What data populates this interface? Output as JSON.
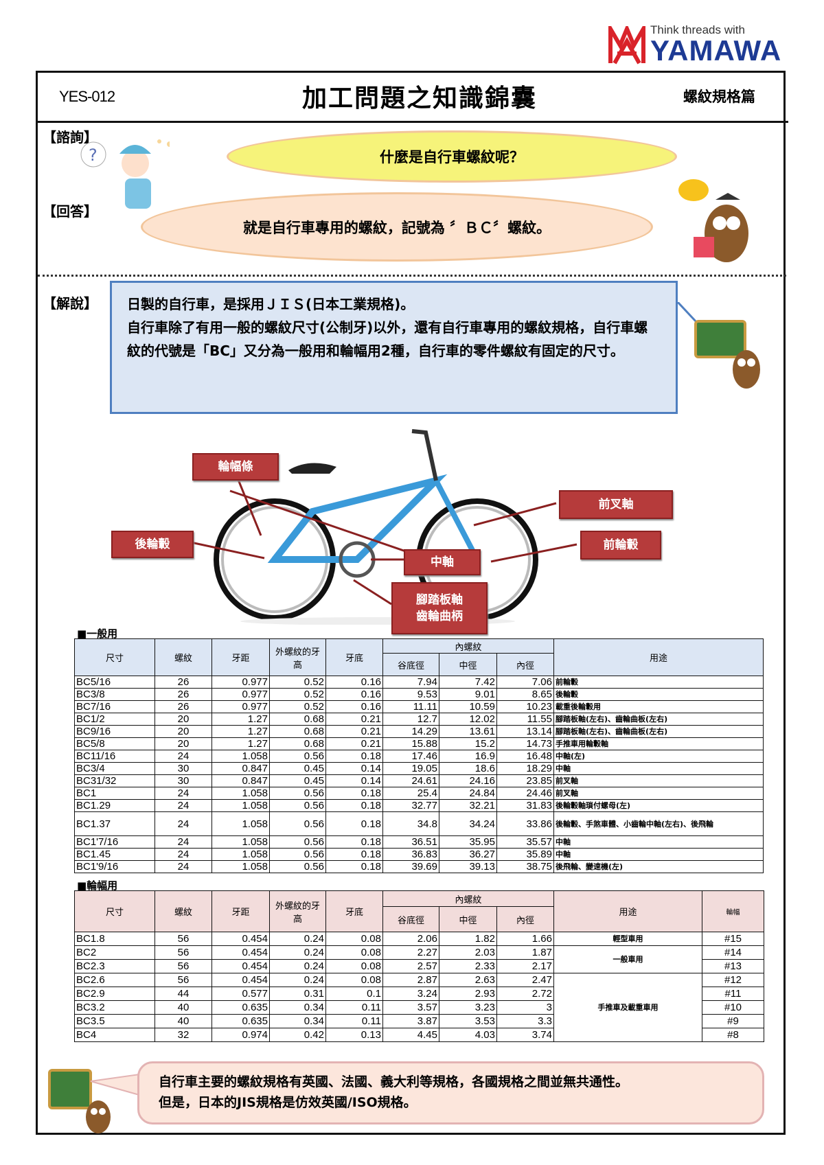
{
  "logo": {
    "tagline": "Think threads with",
    "name": "YAMAWA",
    "colors": {
      "mark": "#d9232a",
      "name": "#1d3a94"
    }
  },
  "header": {
    "code": "YES-012",
    "title": "加工問題之知識錦囊",
    "category": "螺紋規格篇"
  },
  "consult": {
    "label": "【諮詢】",
    "question": "什麼是自行車螺紋呢？"
  },
  "answer": {
    "label": "【回答】",
    "text": "就是自行車專用的螺紋，記號為 〞ＢＣ〞螺紋。"
  },
  "explain": {
    "label": "【解說】",
    "lines": [
      "日製的自行車，是採用ＪＩＳ(日本工業規格)。",
      "自行車除了有用一般的螺紋尺寸(公制牙)以外，還有自行車專用的螺紋規格，自行車螺紋的代號是「BC」又分為一般用和輪幅用2種，自行車的零件螺紋有固定的尺寸。"
    ]
  },
  "diagram_labels": {
    "spoke": "輪幅條",
    "rear_hub": "後輪轂",
    "front_fork": "前叉軸",
    "front_hub": "前輪轂",
    "bottom_bracket": "中軸",
    "pedal_line1": "腳踏板軸",
    "pedal_line2": "齒輪曲柄"
  },
  "table_general": {
    "section": "■一般用",
    "headers": {
      "size": "尺寸",
      "tpi": "螺紋",
      "pitch": "牙距",
      "ext_height": "外螺紋的牙高",
      "root": "牙底",
      "internal": "內螺紋",
      "major": "谷底徑",
      "pitch_dia": "中徑",
      "minor": "內徑",
      "usage": "用途"
    },
    "rows": [
      [
        "BC5/16",
        "26",
        "0.977",
        "0.52",
        "0.16",
        "7.94",
        "7.42",
        "7.06",
        "前輪轂"
      ],
      [
        "BC3/8",
        "26",
        "0.977",
        "0.52",
        "0.16",
        "9.53",
        "9.01",
        "8.65",
        "後輪轂"
      ],
      [
        "BC7/16",
        "26",
        "0.977",
        "0.52",
        "0.16",
        "11.11",
        "10.59",
        "10.23",
        "載重後輪轂用"
      ],
      [
        "BC1/2",
        "20",
        "1.27",
        "0.68",
        "0.21",
        "12.7",
        "12.02",
        "11.55",
        "腳踏板軸(左右)、齒輪曲板(左右)"
      ],
      [
        "BC9/16",
        "20",
        "1.27",
        "0.68",
        "0.21",
        "14.29",
        "13.61",
        "13.14",
        "腳踏板軸(左右)、齒輪曲板(左右)"
      ],
      [
        "BC5/8",
        "20",
        "1.27",
        "0.68",
        "0.21",
        "15.88",
        "15.2",
        "14.73",
        "手推車用輪轂軸"
      ],
      [
        "BC11/16",
        "24",
        "1.058",
        "0.56",
        "0.18",
        "17.46",
        "16.9",
        "16.48",
        "中軸(左)"
      ],
      [
        "BC3/4",
        "30",
        "0.847",
        "0.45",
        "0.14",
        "19.05",
        "18.6",
        "18.29",
        "中軸"
      ],
      [
        "BC31/32",
        "30",
        "0.847",
        "0.45",
        "0.14",
        "24.61",
        "24.16",
        "23.85",
        "前叉軸"
      ],
      [
        "BC1",
        "24",
        "1.058",
        "0.56",
        "0.18",
        "25.4",
        "24.84",
        "24.46",
        "前叉軸"
      ],
      [
        "BC1.29",
        "24",
        "1.058",
        "0.56",
        "0.18",
        "32.77",
        "32.21",
        "31.83",
        "後輪轂軸瑣付螺母(左)"
      ],
      [
        "BC1.37",
        "24",
        "1.058",
        "0.56",
        "0.18",
        "34.8",
        "34.24",
        "33.86",
        "後輪轂、手煞車體、小齒輪中軸(左右)、後飛輪"
      ],
      [
        "BC1'7/16",
        "24",
        "1.058",
        "0.56",
        "0.18",
        "36.51",
        "35.95",
        "35.57",
        "中軸"
      ],
      [
        "BC1.45",
        "24",
        "1.058",
        "0.56",
        "0.18",
        "36.83",
        "36.27",
        "35.89",
        "中軸"
      ],
      [
        "BC1'9/16",
        "24",
        "1.058",
        "0.56",
        "0.18",
        "39.69",
        "39.13",
        "38.75",
        "後飛輪、變速機(左)"
      ]
    ]
  },
  "table_spoke": {
    "section": "■輪幅用",
    "headers": {
      "size": "尺寸",
      "tpi": "螺紋",
      "pitch": "牙距",
      "ext_height": "外螺紋的牙高",
      "root": "牙底",
      "internal": "內螺紋",
      "major": "谷底徑",
      "pitch_dia": "中徑",
      "minor": "內徑",
      "usage": "用途",
      "gauge": "輪幅"
    },
    "rows": [
      [
        "BC1.8",
        "56",
        "0.454",
        "0.24",
        "0.08",
        "2.06",
        "1.82",
        "1.66",
        "#15"
      ],
      [
        "BC2",
        "56",
        "0.454",
        "0.24",
        "0.08",
        "2.27",
        "2.03",
        "1.87",
        "#14"
      ],
      [
        "BC2.3",
        "56",
        "0.454",
        "0.24",
        "0.08",
        "2.57",
        "2.33",
        "2.17",
        "#13"
      ],
      [
        "BC2.6",
        "56",
        "0.454",
        "0.24",
        "0.08",
        "2.87",
        "2.63",
        "2.47",
        "#12"
      ],
      [
        "BC2.9",
        "44",
        "0.577",
        "0.31",
        "0.1",
        "3.24",
        "2.93",
        "2.72",
        "#11"
      ],
      [
        "BC3.2",
        "40",
        "0.635",
        "0.34",
        "0.11",
        "3.57",
        "3.23",
        "3",
        "#10"
      ],
      [
        "BC3.5",
        "40",
        "0.635",
        "0.34",
        "0.11",
        "3.87",
        "3.53",
        "3.3",
        "#9"
      ],
      [
        "BC4",
        "32",
        "0.974",
        "0.42",
        "0.13",
        "4.45",
        "4.03",
        "3.74",
        "#8"
      ]
    ],
    "usage_groups": [
      {
        "label": "輕型車用",
        "rows": 1
      },
      {
        "label": "一般車用",
        "rows": 2
      },
      {
        "label": "手推車及載重車用",
        "rows": 5
      }
    ]
  },
  "note": {
    "lines": [
      "自行車主要的螺紋規格有英國、法國、義大利等規格，各國規格之間並無共通性。",
      "但是，日本的JIS規格是仿效英國/ISO規格。"
    ]
  },
  "colors": {
    "frame": "#111111",
    "label_red": "#b63b3b",
    "explain_bg": "#dce6f4",
    "general_header": "#dce6f4",
    "spoke_header": "#f2dcdb",
    "question_cloud": "#f6f37a",
    "answer_cloud": "#fde3cf",
    "bike_frame": "#3a9ad9"
  }
}
